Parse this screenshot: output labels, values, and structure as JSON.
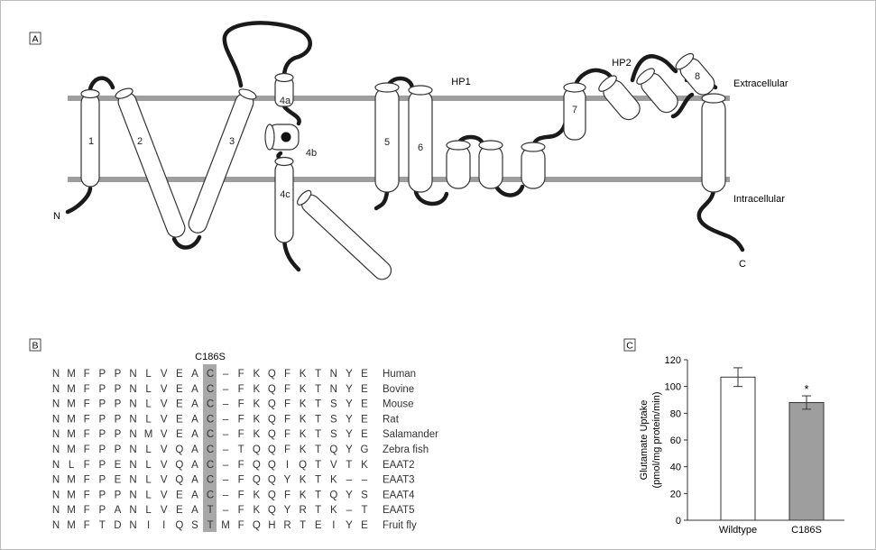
{
  "panel_a": {
    "label": "A",
    "n_terminus": "N",
    "c_terminus": "C",
    "membrane_labels": {
      "extracellular": "Extracellular",
      "intracellular": "Intracellular"
    },
    "hairpin_labels": {
      "hp1": "HP1",
      "hp2": "HP2"
    },
    "helix_labels": {
      "h1": "1",
      "h2": "2",
      "h3": "3",
      "h4a": "4a",
      "h4b": "4b",
      "h4c": "4c",
      "h5": "5",
      "h6": "6",
      "h7": "7",
      "h8": "8"
    }
  },
  "panel_b": {
    "label": "B",
    "mutation_label": "C186S",
    "rows": [
      {
        "residues": [
          "N",
          "M",
          "F",
          "P",
          "P",
          "N",
          "L",
          "V",
          "E",
          "A",
          "C",
          "–",
          "F",
          "K",
          "Q",
          "F",
          "K",
          "T",
          "N",
          "Y",
          "E"
        ],
        "species": "Human"
      },
      {
        "residues": [
          "N",
          "M",
          "F",
          "P",
          "P",
          "N",
          "L",
          "V",
          "E",
          "A",
          "C",
          "–",
          "F",
          "K",
          "Q",
          "F",
          "K",
          "T",
          "N",
          "Y",
          "E"
        ],
        "species": "Bovine"
      },
      {
        "residues": [
          "N",
          "M",
          "F",
          "P",
          "P",
          "N",
          "L",
          "V",
          "E",
          "A",
          "C",
          "–",
          "F",
          "K",
          "Q",
          "F",
          "K",
          "T",
          "S",
          "Y",
          "E"
        ],
        "species": "Mouse"
      },
      {
        "residues": [
          "N",
          "M",
          "F",
          "P",
          "P",
          "N",
          "L",
          "V",
          "E",
          "A",
          "C",
          "–",
          "F",
          "K",
          "Q",
          "F",
          "K",
          "T",
          "S",
          "Y",
          "E"
        ],
        "species": "Rat"
      },
      {
        "residues": [
          "N",
          "M",
          "F",
          "P",
          "P",
          "N",
          "M",
          "V",
          "E",
          "A",
          "C",
          "–",
          "F",
          "K",
          "Q",
          "F",
          "K",
          "T",
          "S",
          "Y",
          "E"
        ],
        "species": "Salamander"
      },
      {
        "residues": [
          "N",
          "M",
          "F",
          "P",
          "P",
          "N",
          "L",
          "V",
          "Q",
          "A",
          "C",
          "–",
          "T",
          "Q",
          "Q",
          "F",
          "K",
          "T",
          "Q",
          "Y",
          "G"
        ],
        "species": "Zebra fish"
      },
      {
        "residues": [
          "N",
          "L",
          "F",
          "P",
          "E",
          "N",
          "L",
          "V",
          "Q",
          "A",
          "C",
          "–",
          "F",
          "Q",
          "Q",
          "I",
          "Q",
          "T",
          "V",
          "T",
          "K"
        ],
        "species": "EAAT2"
      },
      {
        "residues": [
          "N",
          "M",
          "F",
          "P",
          "E",
          "N",
          "L",
          "V",
          "Q",
          "A",
          "C",
          "–",
          "F",
          "Q",
          "Q",
          "Y",
          "K",
          "T",
          "K",
          "–",
          "–"
        ],
        "species": "EAAT3"
      },
      {
        "residues": [
          "N",
          "M",
          "F",
          "P",
          "P",
          "N",
          "L",
          "V",
          "E",
          "A",
          "C",
          "–",
          "F",
          "K",
          "Q",
          "F",
          "K",
          "T",
          "Q",
          "Y",
          "S"
        ],
        "species": "EAAT4"
      },
      {
        "residues": [
          "N",
          "M",
          "F",
          "P",
          "A",
          "N",
          "L",
          "V",
          "E",
          "A",
          "T",
          "–",
          "F",
          "K",
          "Q",
          "Y",
          "R",
          "T",
          "K",
          "–",
          "T"
        ],
        "species": "EAAT5"
      },
      {
        "residues": [
          "N",
          "M",
          "F",
          "T",
          "D",
          "N",
          "I",
          "I",
          "Q",
          "S",
          "T",
          "M",
          "F",
          "Q",
          "H",
          "R",
          "T",
          "E",
          "I",
          "Y",
          "E"
        ],
        "species": "Fruit fly"
      }
    ]
  },
  "panel_c": {
    "label": "C",
    "chart_data": {
      "type": "bar",
      "categories": [
        "Wildtype",
        "C186S"
      ],
      "values": [
        107,
        88
      ],
      "errors": [
        7,
        5
      ],
      "significance": [
        "",
        "*"
      ],
      "ylabel_line1": "Glutamate Uptake",
      "ylabel_line2": "(pmol/mg protein/min)",
      "ylim": [
        0,
        120
      ],
      "yticks": [
        "0",
        "20",
        "40",
        "60",
        "80",
        "100",
        "120"
      ],
      "bar_colors": [
        "#ffffff",
        "#9e9e9e"
      ]
    }
  },
  "colors": {
    "membrane": "#9e9e9e",
    "highlight": "#a8a8a8",
    "loop": "#1a1a1a"
  }
}
